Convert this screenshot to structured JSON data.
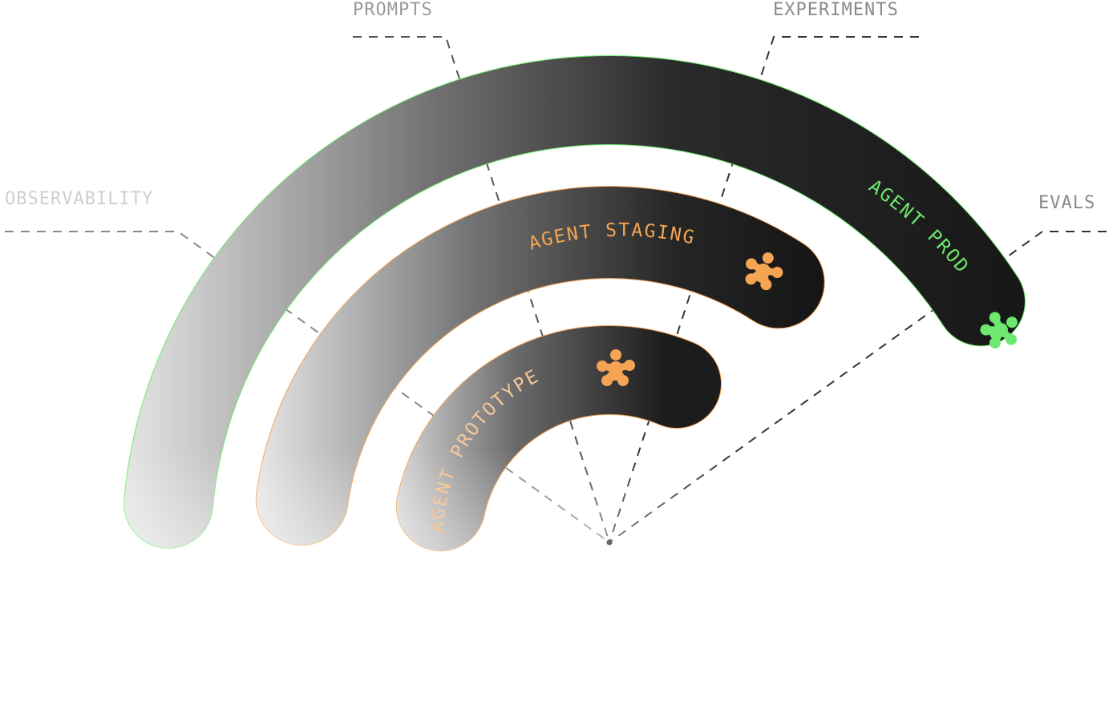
{
  "diagram": {
    "title_labels": {
      "prompts": "PROMPTS",
      "experiments": "EXPERIMENTS",
      "observability": "OBSERVABILITY",
      "evals": "EVALS"
    },
    "rings": [
      {
        "id": "prototype",
        "label": "AGENT PROTOTYPE",
        "color": "#f5a454",
        "icon": "agent-logo-icon"
      },
      {
        "id": "staging",
        "label": "AGENT STAGING",
        "color": "#f5a454",
        "icon": "agent-logo-icon"
      },
      {
        "id": "prod",
        "label": "AGENT PROD",
        "color": "#6ee86e",
        "icon": "agent-logo-icon"
      }
    ],
    "colors": {
      "dark": "#161616",
      "orange": "#f5a454",
      "green": "#6ee86e",
      "label_gray": "#9a9a9a",
      "label_light": "#cfcfcf"
    }
  }
}
